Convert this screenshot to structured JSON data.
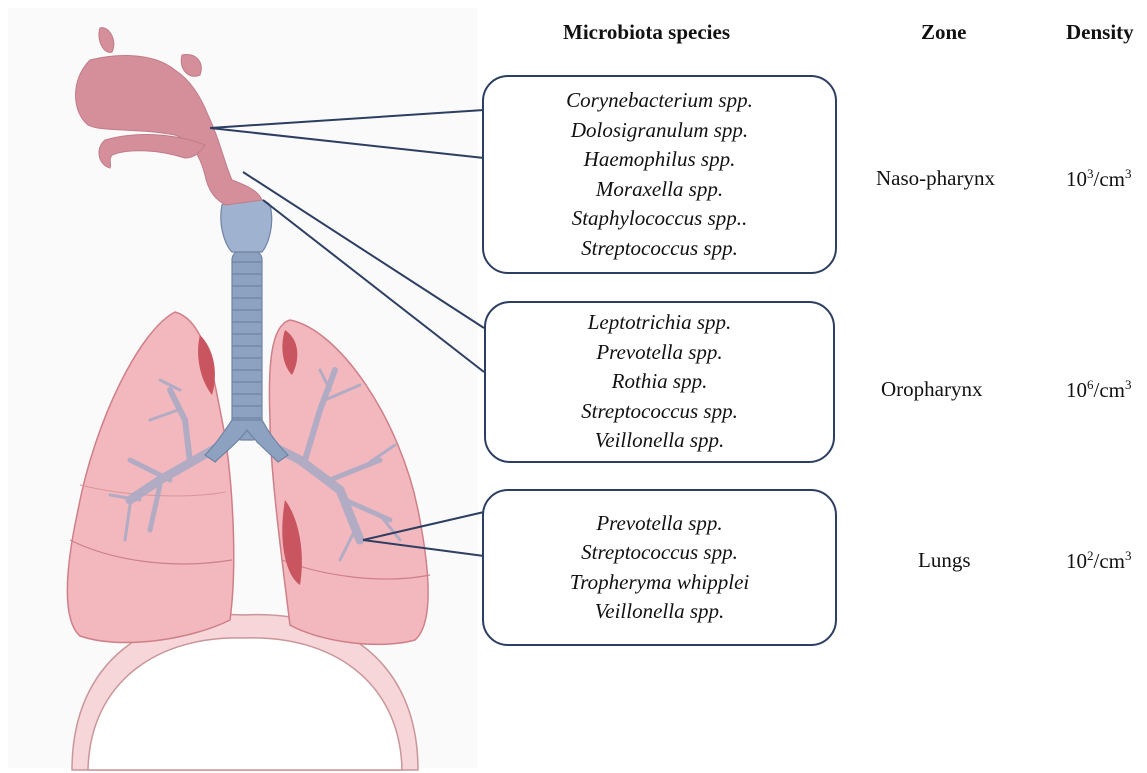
{
  "headers": {
    "species": "Microbiota species",
    "zone": "Zone",
    "density": "Density"
  },
  "rows": [
    {
      "species": [
        "Corynebacterium spp.",
        "Dolosigranulum spp.",
        "Haemophilus spp.",
        "Moraxella spp.",
        "Staphylococcus spp..",
        "Streptococcus spp."
      ],
      "zone": "Naso-pharynx",
      "density": {
        "base": "10",
        "exp": "3",
        "unit": "/cm",
        "unit_exp": "3"
      }
    },
    {
      "species": [
        "Leptotrichia spp.",
        "Prevotella spp.",
        "Rothia spp.",
        "Streptococcus spp.",
        "Veillonella spp."
      ],
      "zone": "Oropharynx",
      "density": {
        "base": "10",
        "exp": "6",
        "unit": "/cm",
        "unit_exp": "3"
      }
    },
    {
      "species": [
        "Prevotella spp.",
        "Streptococcus spp.",
        "Tropheryma whipplei",
        "Veillonella spp."
      ],
      "zone": "Lungs",
      "density": {
        "base": "10",
        "exp": "2",
        "unit": "/cm",
        "unit_exp": "3"
      }
    }
  ],
  "colors": {
    "box_border": "#2d3e63",
    "nasal_tissue": "#d48f9b",
    "lung_fill": "#f2b8bd",
    "lung_dark": "#c8555f",
    "airway": "#8da2c0",
    "diaphragm": "#f6d6d8"
  }
}
